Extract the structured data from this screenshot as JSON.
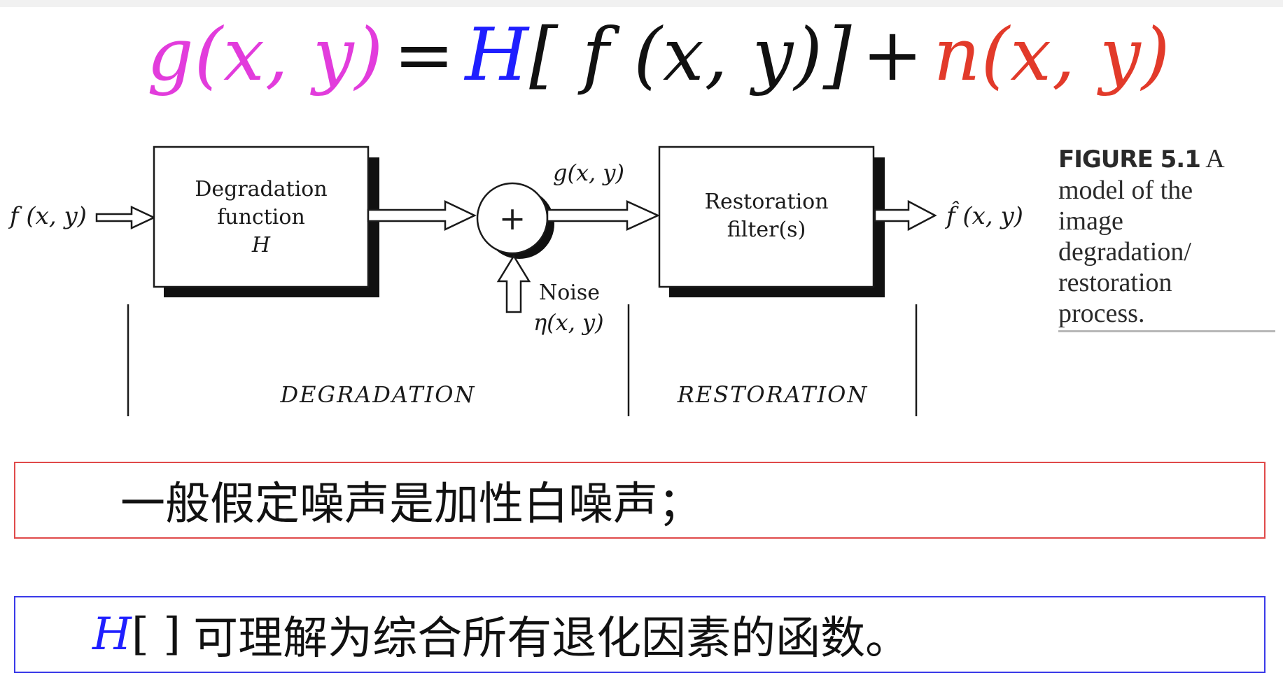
{
  "equation": {
    "lhs": "g(x, y)",
    "equals": "=",
    "operator": "H",
    "argument": "[ f (x, y)]",
    "plus": "+",
    "noise": "n(x, y)"
  },
  "diagram": {
    "input_label": "f (x, y)",
    "degradation_box": {
      "line1": "Degradation",
      "line2": "function",
      "line3": "H"
    },
    "adder_symbol": "+",
    "adder_output_label": "g(x, y)",
    "noise_label": "Noise",
    "noise_symbol": "η(x, y)",
    "restoration_box": {
      "line1": "Restoration",
      "line2": "filter(s)"
    },
    "output_label": "f̂ (x, y)",
    "section_degradation": "DEGRADATION",
    "section_restoration": "RESTORATION"
  },
  "caption": {
    "figure_label": "FIGURE 5.1",
    "lines": [
      "A",
      "model of the",
      "image",
      "degradation/",
      "restoration",
      "process."
    ]
  },
  "notes": {
    "noise_assumption": "一般假定噪声是加性白噪声；",
    "H_prefix": "H",
    "H_brackets": "[ ]",
    "H_explanation": "可理解为综合所有退化因素的函数。"
  },
  "colors": {
    "g_term": "#e23cdc",
    "H_term": "#1f1fff",
    "noise_term": "#e23a2a",
    "noise_box_border": "#e04a4a",
    "H_box_border": "#3a3ae8"
  }
}
